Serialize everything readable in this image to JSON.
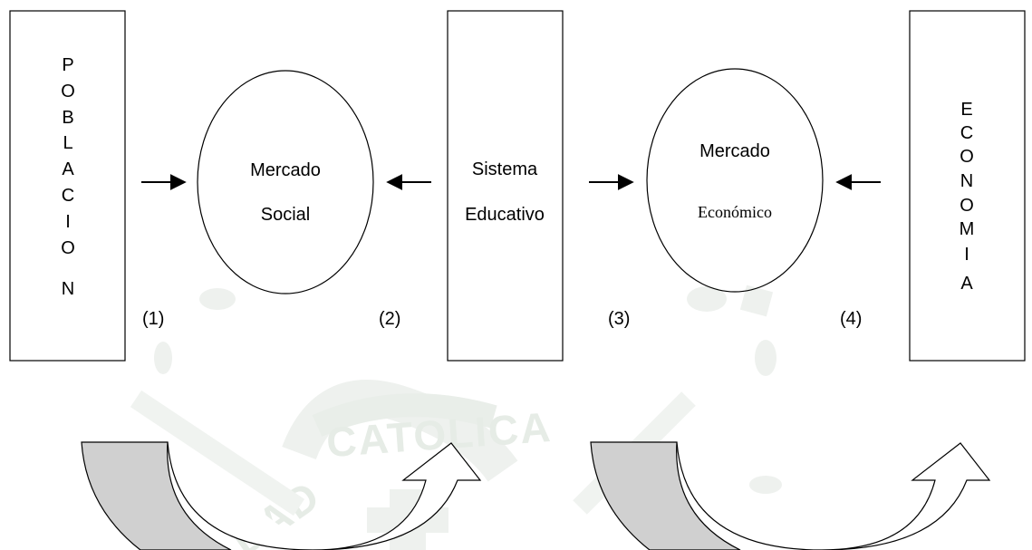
{
  "left_box": {
    "letters": [
      "P",
      "O",
      "B",
      "L",
      "A",
      "C",
      "I",
      "O",
      "N"
    ]
  },
  "right_box": {
    "letters": [
      "E",
      "C",
      "O",
      "N",
      "O",
      "M",
      "I",
      "A"
    ]
  },
  "circle_social": {
    "line1": "Mercado",
    "line2": "Social"
  },
  "center_box": {
    "line1": "Sistema",
    "line2": "Educativo"
  },
  "circle_economic": {
    "line1": "Mercado",
    "line2": "Económico"
  },
  "markers": [
    "(1)",
    "(2)",
    "(3)",
    "(4)"
  ],
  "watermark": {
    "text_top": "CATOLICA",
    "text_side": "DAD"
  },
  "colors": {
    "stroke": "#000000",
    "arrow_gray_fill": "#d0d0d0",
    "arrow_white_fill": "#ffffff",
    "watermark": "#e6ece6"
  }
}
